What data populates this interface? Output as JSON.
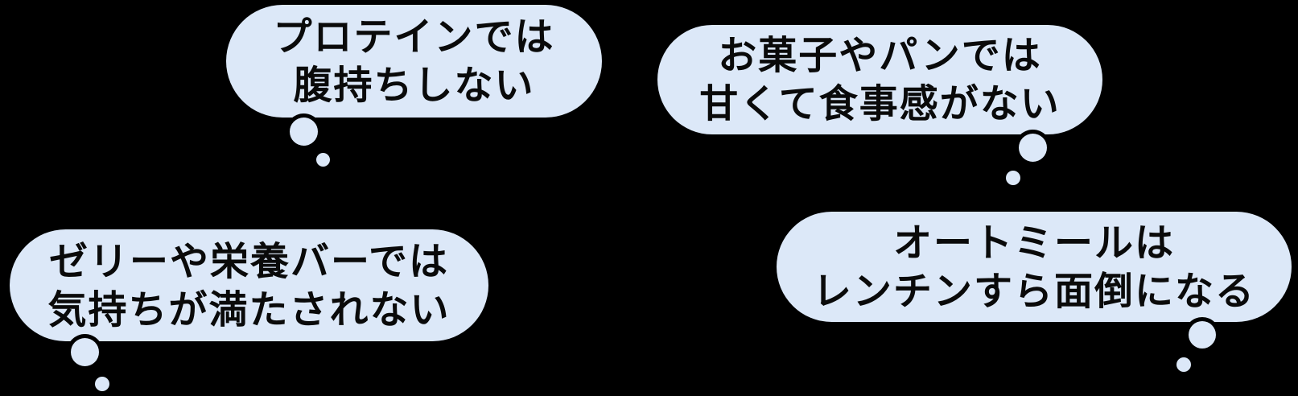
{
  "canvas": {
    "background_color": "#000000",
    "bubble_fill_color": "#dce8f8",
    "text_color": "#0a0a0a"
  },
  "bubbles": [
    {
      "name": "protein",
      "line1": "プロテインでは",
      "line2": "腹持ちしない"
    },
    {
      "name": "sweets-bread",
      "line1": "お菓子やパンでは",
      "line2": "甘くて食事感がない"
    },
    {
      "name": "jelly-bar",
      "line1": "ゼリーや栄養バーでは",
      "line2": "気持ちが満たされない"
    },
    {
      "name": "oatmeal",
      "line1": "オートミールは",
      "line2": "レンチンすら面倒になる"
    }
  ]
}
